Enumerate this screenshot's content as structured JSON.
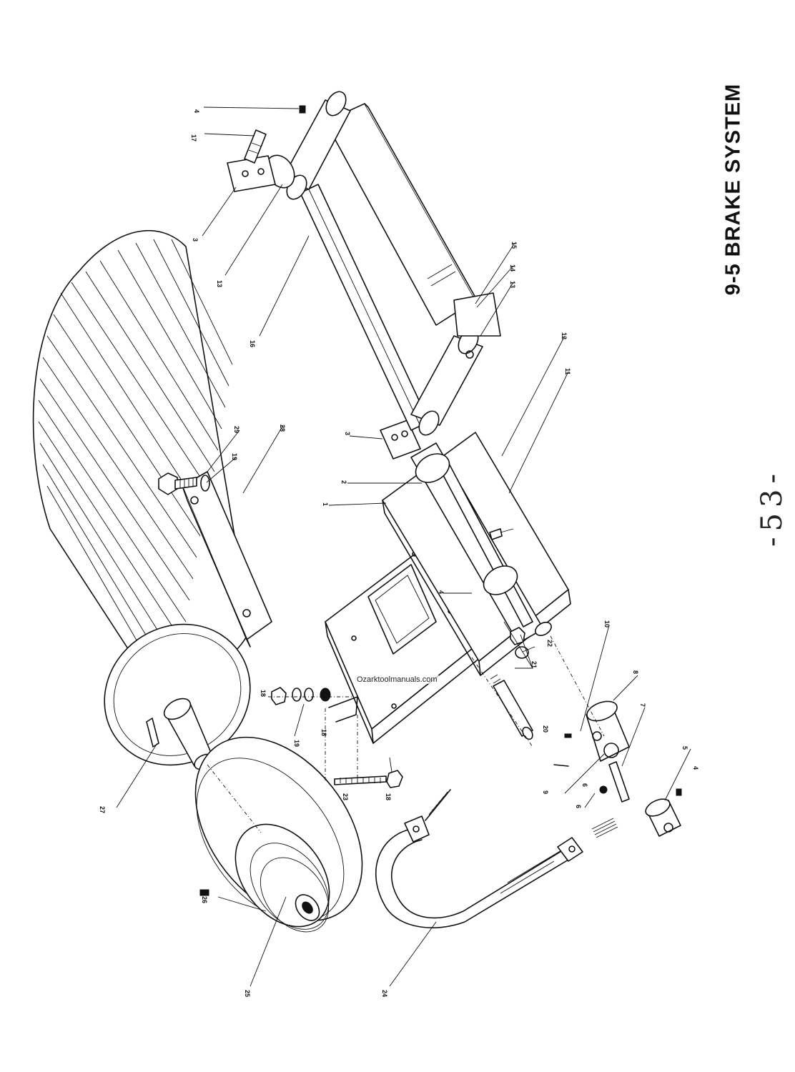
{
  "page": {
    "title": "9-5 BRAKE SYSTEM",
    "page_number": "-53-",
    "watermark": "Ozarktoolmanuals.com"
  },
  "callouts": [
    "1",
    "2",
    "3",
    "3",
    "4",
    "4",
    "4",
    "5",
    "6",
    "6",
    "7",
    "8",
    "9",
    "10",
    "11",
    "12",
    "13",
    "13",
    "14",
    "15",
    "16",
    "17",
    "18",
    "18",
    "18",
    "19",
    "19",
    "20",
    "21",
    "22",
    "23",
    "24",
    "25",
    "26",
    "27",
    "28",
    "29"
  ]
}
